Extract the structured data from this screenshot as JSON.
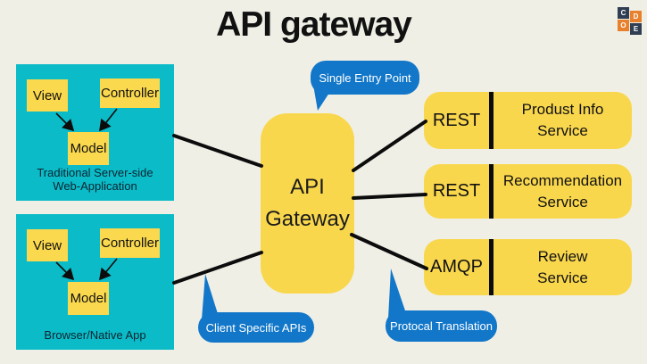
{
  "title": "API gateway",
  "logo": {
    "squares": [
      {
        "letter": "C",
        "color": "#2f3e52"
      },
      {
        "letter": "D",
        "color": "#e8812d"
      },
      {
        "letter": "O",
        "color": "#e8812d"
      },
      {
        "letter": "E",
        "color": "#2f3e52"
      }
    ]
  },
  "colors": {
    "background": "#f0efe6",
    "panel_teal": "#0bbcc8",
    "node_yellow": "#fbd94e",
    "gateway_yellow": "#f9d74d",
    "callout_blue": "#1277c9",
    "line_black": "#0c0c0c",
    "callout_text": "#ffffff"
  },
  "left_panels": [
    {
      "label_lines": [
        "Traditional Server-side",
        "Web-Application"
      ],
      "nodes": [
        "View",
        "Controller",
        "Model"
      ]
    },
    {
      "label_lines": [
        "Browser/Native App"
      ],
      "nodes": [
        "View",
        "Controller",
        "Model"
      ]
    }
  ],
  "gateway": {
    "label_lines": [
      "API",
      "Gateway"
    ]
  },
  "services": [
    {
      "protocol": "REST",
      "name_lines": [
        "Produst Info",
        "Service"
      ]
    },
    {
      "protocol": "REST",
      "name_lines": [
        "Recommendation",
        "Service"
      ]
    },
    {
      "protocol": "AMQP",
      "name_lines": [
        "Review",
        "Service"
      ]
    }
  ],
  "callouts": [
    {
      "text": "Single Entry Point"
    },
    {
      "text": "Client Specific APIs"
    },
    {
      "text": "Protocal Translation"
    }
  ]
}
